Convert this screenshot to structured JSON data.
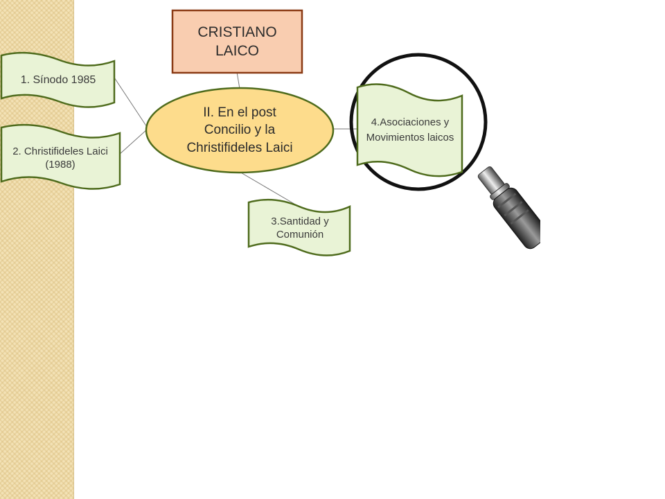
{
  "diagram": {
    "title": "CRISTIANO LAICO",
    "center": "II. En el post Concilio y la Christifideles Laici",
    "nodes": [
      "1. Sínodo 1985",
      "2. Christifideles Laici (1988)",
      "3.Santidad y Comunión",
      "4.Asociaciones y Movimientos laicos"
    ]
  },
  "colors": {
    "title_fill": "#f9cdb0",
    "title_border": "#8a3a14",
    "center_fill": "#fddc8c",
    "node_fill": "#e9f3d6",
    "node_border": "#4e6b1c",
    "lens_ring": "#111111"
  },
  "icons": [
    "magnifying-glass-icon"
  ]
}
